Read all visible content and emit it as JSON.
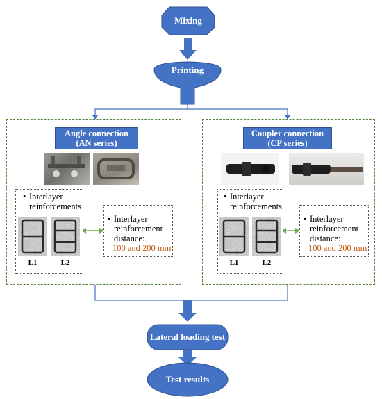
{
  "steps": {
    "mixing": "Mixing",
    "printing": "Printing",
    "lateral": "Lateral loading test",
    "results": "Test results"
  },
  "left": {
    "title_line1": "Angle connection",
    "title_line2": "(AN series)",
    "interlayer_line1": "Interlayer",
    "interlayer_line2": "reinforcements",
    "distance_line1": "Interlayer",
    "distance_line2": "reinforcement",
    "distance_line3": "distance:",
    "distance_value": "100 and 200 mm",
    "label_l1": "L1",
    "label_l2": "L2"
  },
  "right": {
    "title_line1": "Coupler connection",
    "title_line2": "(CP series)",
    "interlayer_line1": "Interlayer",
    "interlayer_line2": "reinforcements",
    "distance_line1": "Interlayer",
    "distance_line2": "reinforcement",
    "distance_line3": "distance:",
    "distance_value": "100 and 200 mm",
    "label_l1": "L1",
    "label_l2": "L2"
  },
  "colors": {
    "node_blue": "#4472c4",
    "panel_green": "#548235",
    "arrow_green": "#70ad47",
    "value_brown": "#c55a11"
  }
}
